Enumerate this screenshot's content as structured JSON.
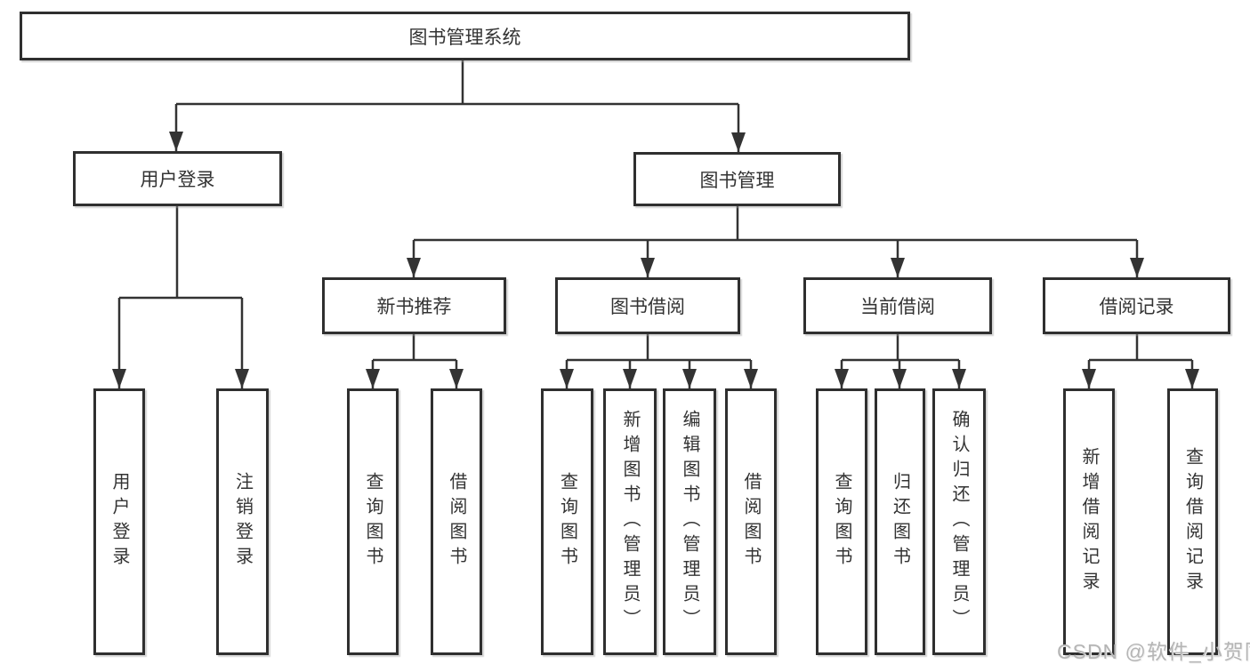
{
  "tree": {
    "root": "图书管理系统",
    "user": {
      "label": "用户登录",
      "children": [
        "用户登录",
        "注销登录"
      ]
    },
    "mgmt": {
      "label": "图书管理",
      "groups": [
        {
          "label": "新书推荐",
          "children": [
            "查询图书",
            "借阅图书"
          ]
        },
        {
          "label": "图书借阅",
          "children": [
            "查询图书",
            "新增图书（管理员）",
            "编辑图书（管理员）",
            "借阅图书"
          ]
        },
        {
          "label": "当前借阅",
          "children": [
            "查询图书",
            "归还图书",
            "确认归还（管理员）"
          ]
        },
        {
          "label": "借阅记录",
          "children": [
            "新增借阅记录",
            "查询借阅记录"
          ]
        }
      ]
    }
  },
  "watermark": {
    "text": "CSDN @软件_小贺同学"
  },
  "colors": {
    "background": "#ffffff",
    "border": "#2f2f2f",
    "line": "#333333",
    "text": "#333333",
    "watermark": "#b5b5b5"
  }
}
